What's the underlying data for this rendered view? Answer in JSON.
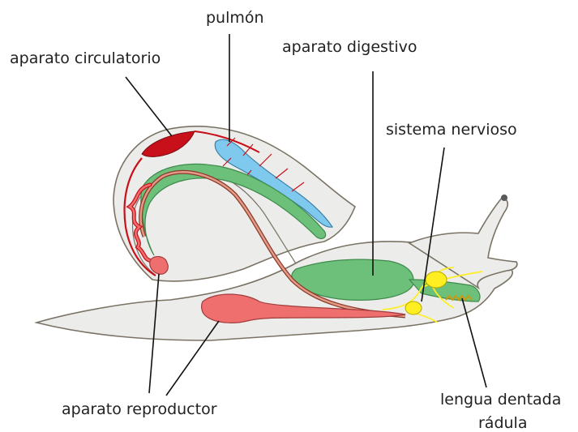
{
  "labels": {
    "pulmon": "pulmón",
    "circulatorio": "aparato circulatorio",
    "digestivo": "aparato digestivo",
    "nervioso": "sistema nervioso",
    "reproductor": "aparato reproductor",
    "lengua": "lengua dentada",
    "radula": "rádula"
  },
  "colors": {
    "body_fill": "#ececea",
    "outline": "#7a7365",
    "circulatory": "#c8101a",
    "lung": "#7fc9ef",
    "digestive": "#6cc07a",
    "digestive_stroke": "#3f8a4c",
    "reproductive": "#ef6f6f",
    "reproductive_stroke": "#a13c3c",
    "nervous": "#ffee22",
    "radula": "#c89a10",
    "leader": "#111111"
  }
}
